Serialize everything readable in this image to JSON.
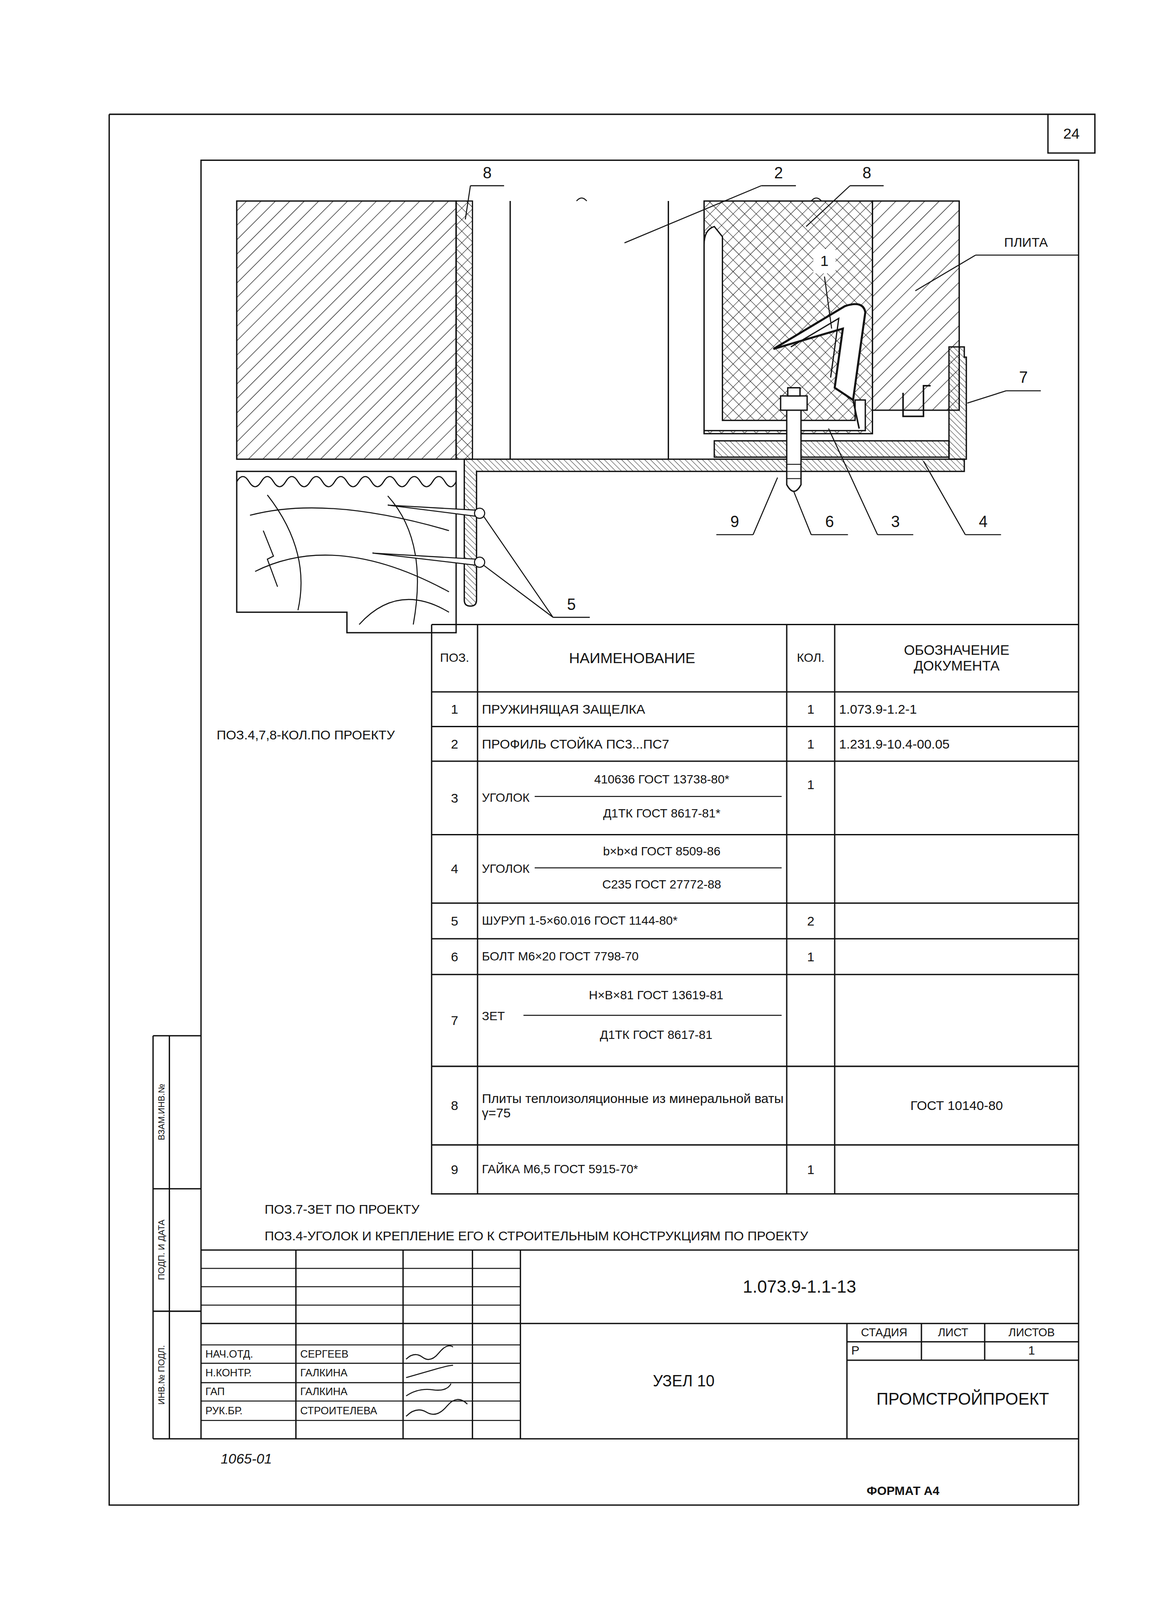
{
  "diagram": {
    "labels": [
      "24",
      "8",
      "2",
      "8",
      "ПЛИТА",
      "1",
      "7",
      "9",
      "6",
      "3",
      "4",
      "5",
      "ПОЗ.4,7,8-КОЛ.ПО ПРОЕКТУ",
      "ПОЗ.",
      "НАИМЕНОВАНИЕ",
      "КОЛ.",
      "ОБОЗНАЧЕНИЕ ДОКУМЕНТА",
      "1",
      "ПРУЖИНЯЩАЯ ЗАЩЕЛКА",
      "1",
      "1.073.9-1.2-1",
      "2",
      "ПРОФИЛЬ СТОЙКА ПС3...ПС7",
      "1",
      "1.231.9-10.4-00.05",
      "3",
      "УГОЛОК",
      "410636 ГОСТ 13738-80*",
      "Д1ТК ГОСТ 8617-81*",
      "1",
      "4",
      "УГОЛОК",
      "b×b×d ГОСТ 8509-86",
      "С235 ГОСТ 27772-88",
      "5",
      "ШУРУП 1-5×60.016 ГОСТ 1144-80*",
      "2",
      "6",
      "БОЛТ М6×20 ГОСТ 7798-70",
      "1",
      "7",
      "ЗЕТ",
      "H×B×81 ГОСТ 13619-81",
      "Д1ТК ГОСТ 8617-81",
      "8",
      "Плиты теплоизоляционные из минеральной ваты γ=75",
      "ГОСТ 10140-80",
      "9",
      "ГАЙКА М6,5 ГОСТ 5915-70*",
      "1",
      "ПОЗ.7-ЗЕТ ПО ПРОЕКТУ",
      "ПОЗ.4-УГОЛОК И КРЕПЛЕНИЕ ЕГО К СТРОИТЕЛЬНЫМ КОНСТРУКЦИЯМ ПО ПРОЕКТУ",
      "ВЗАМ.ИНВ.№",
      "ПОДП. И ДАТА",
      "ИНВ.№ ПОДЛ.",
      "1.073.9-1.1-13",
      "СТАДИЯ",
      "ЛИСТ",
      "ЛИСТОВ",
      "Р",
      "1",
      "НАЧ.ОТД.",
      "СЕРГЕЕВ",
      "Н.КОНТР.",
      "ГАЛКИНА",
      "ГАП",
      "ГАЛКИНА",
      "РУК.БР.",
      "СТРОИТЕЛЕВА",
      "УЗЕЛ 10",
      "ПРОМСТРОЙПРОЕКТ",
      "1065-01",
      "ФОРМАТ А4"
    ]
  }
}
